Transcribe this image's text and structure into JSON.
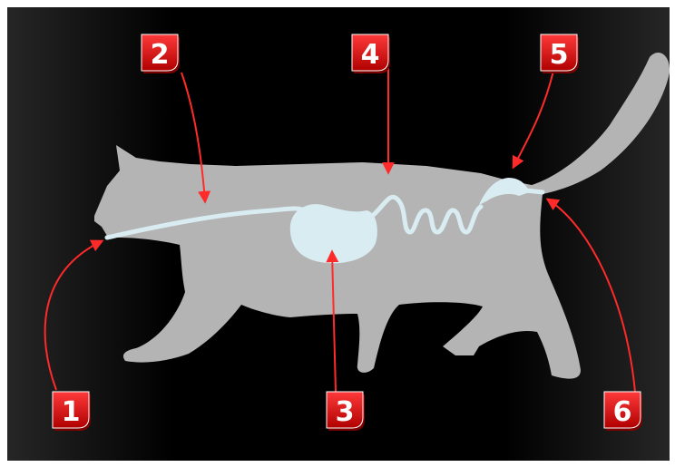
{
  "diagram": {
    "colors": {
      "background": "#000000",
      "panel_edge": "#1e1e1e",
      "body": "#b4b4b4",
      "organ": "#d8ecf2",
      "badge": "#e01818",
      "badge_dark": "#8a0000",
      "arrow": "#ff2a2a",
      "frame": "#ffffff"
    },
    "labels": [
      {
        "id": "1",
        "text": "1"
      },
      {
        "id": "2",
        "text": "2"
      },
      {
        "id": "3",
        "text": "3"
      },
      {
        "id": "4",
        "text": "4"
      },
      {
        "id": "5",
        "text": "5"
      },
      {
        "id": "6",
        "text": "6"
      }
    ],
    "icons": [
      "cat-silhouette",
      "digestive-tract"
    ]
  }
}
